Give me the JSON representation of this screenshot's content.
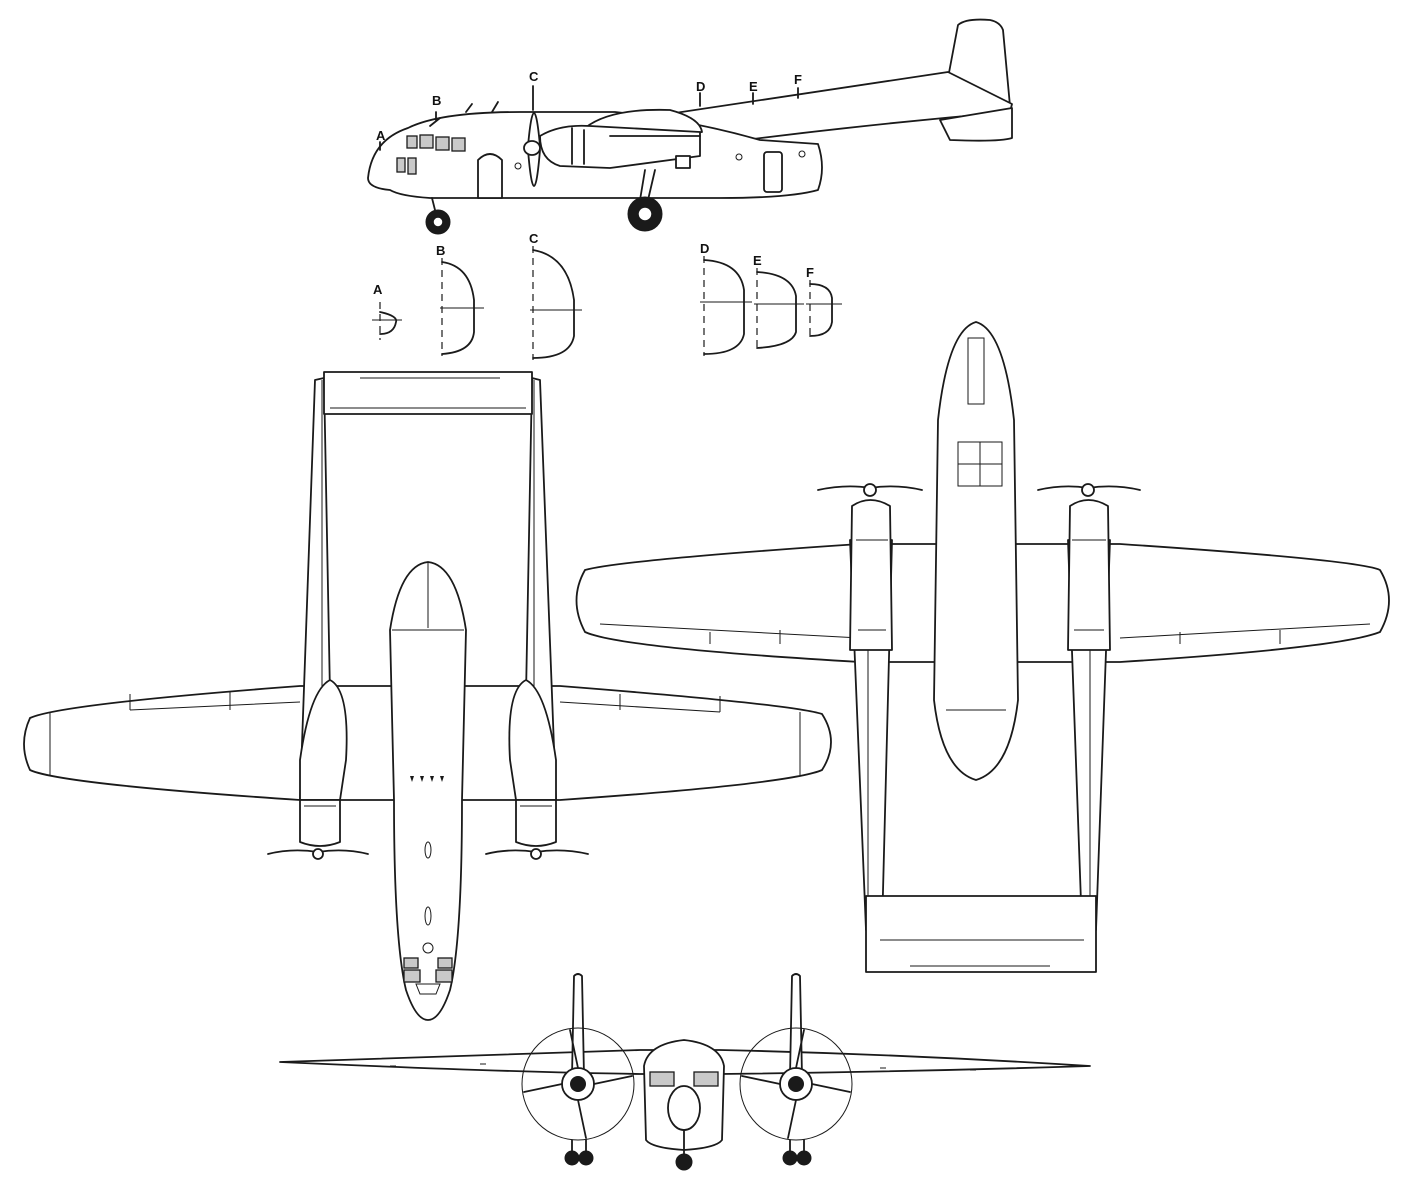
{
  "section_markers": {
    "side_view": [
      "A",
      "B",
      "C",
      "D",
      "E",
      "F"
    ],
    "cross_sections": [
      "A",
      "B",
      "C",
      "D",
      "E",
      "F"
    ]
  },
  "colors": {
    "line": "#1a1a1a",
    "glazing": "#c9c9c9",
    "background": "#ffffff"
  }
}
